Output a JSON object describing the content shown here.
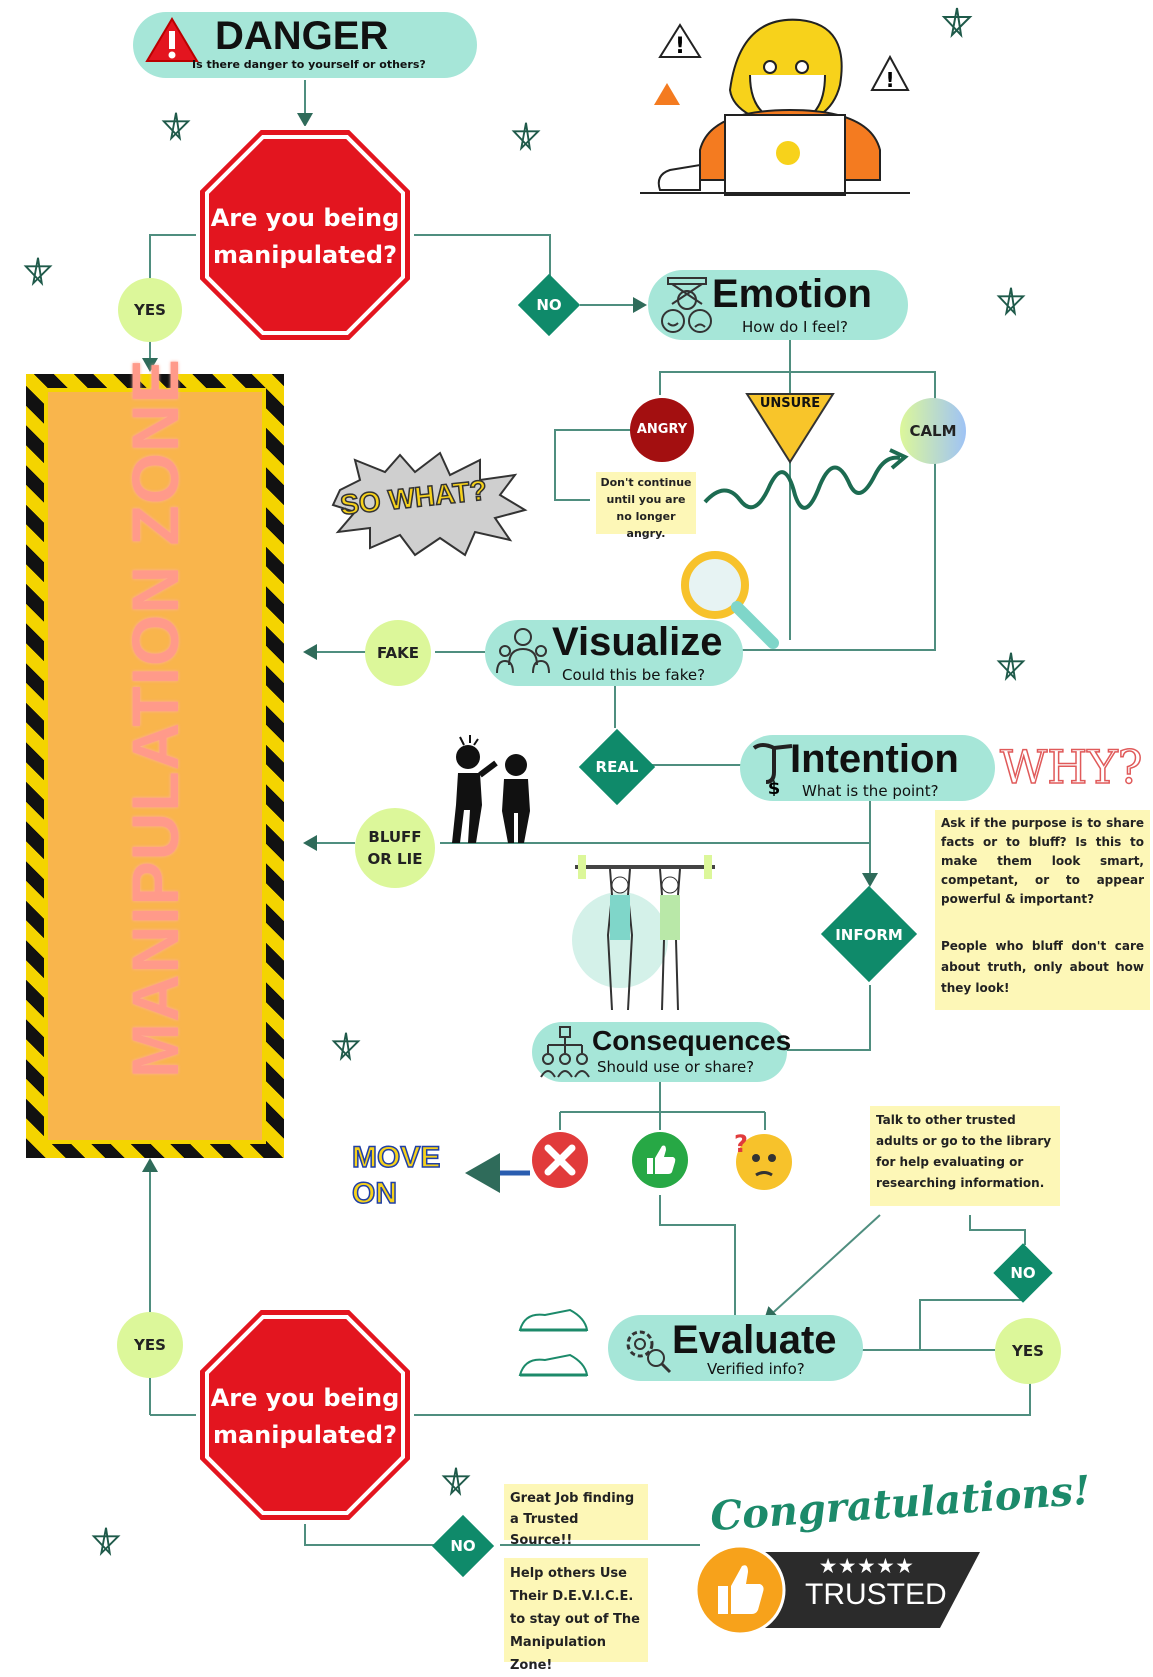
{
  "danger": {
    "title": "DANGER",
    "subtitle": "Is there danger to yourself or others?"
  },
  "stop_top": {
    "line1": "Are you being",
    "line2": "manipulated?"
  },
  "stop_bottom": {
    "line1": "Are you being",
    "line2": "manipulated?"
  },
  "yes_top": "YES",
  "no_top": "NO",
  "emotion": {
    "title": "Emotion",
    "subtitle": "How do I feel?"
  },
  "angry": "ANGRY",
  "unsure": "UNSURE",
  "calm": "CALM",
  "angry_note": "Don't continue until you are no longer angry.",
  "so_what": "SO WHAT?",
  "visualize": {
    "title": "Visualize",
    "subtitle": "Could this be fake?"
  },
  "fake": "FAKE",
  "real": "REAL",
  "intention": {
    "title": "Intention",
    "subtitle": "What is the point?"
  },
  "why": "WHY?",
  "bluff": "BLUFF OR LIE",
  "inform": "INFORM",
  "intention_note_1": "Ask if the purpose is to share facts or to bluff? Is this to make them look smart, competant, or to appear powerful & important?",
  "intention_note_2": "People who bluff don't care about truth, only about how they look!",
  "consequences": {
    "title": "Consequences",
    "subtitle": "Should use or share?"
  },
  "move_on": "MOVE ON",
  "trusted_note": "Talk to other trusted adults or go to the library for help evaluating or researching information.",
  "evaluate": {
    "title": "Evaluate",
    "subtitle": "Verified info?"
  },
  "no_eval": "NO",
  "yes_eval": "YES",
  "yes_bottom": "YES",
  "no_bottom": "NO",
  "manipulation_zone": "MANIPULATION ZONE",
  "great_job_note": "Great Job finding a Trusted Source!!",
  "help_note": "Help others Use Their D.E.V.I.C.E. to stay out of The Manipulation Zone!",
  "congratulations": "Congratulations!",
  "trusted_badge": {
    "stars": "★★★★★",
    "label": "TRUSTED"
  },
  "colors": {
    "pill": "#a6e6d8",
    "circle": "#dcf79a",
    "diamond": "#0f8a6a",
    "stop": "#e3151f",
    "zone": "#f9b54c",
    "note": "#fdf7b7"
  },
  "icons": [
    "warning-icon",
    "laptop-person-icon",
    "emotion-faces-icon",
    "crowd-icon",
    "dollar-hook-icon",
    "team-icon",
    "gear-search-icon",
    "magnifier-icon",
    "weightlifters-icon",
    "arguing-people-icon",
    "x-icon",
    "thumbs-up-icon",
    "confused-face-icon",
    "sneakers-icon",
    "star-doodle-icon"
  ]
}
